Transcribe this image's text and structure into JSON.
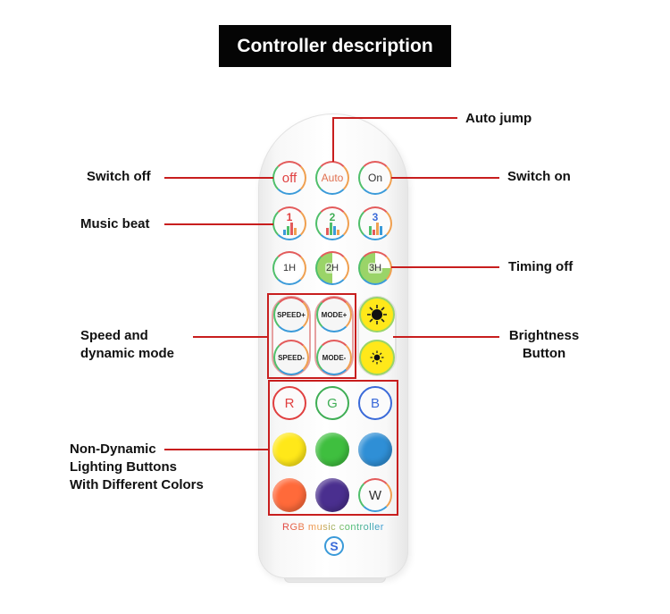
{
  "title": "Controller description",
  "callouts": {
    "auto_jump": "Auto jump",
    "switch_off": "Switch off",
    "switch_on": "Switch on",
    "music_beat": "Music beat",
    "timing_off": "Timing off",
    "speed_mode_line1": "Speed and",
    "speed_mode_line2": "dynamic mode",
    "brightness_line1": "Brightness",
    "brightness_line2": "Button",
    "non_dynamic_line1": "Non-Dynamic",
    "non_dynamic_line2": "Lighting Buttons",
    "non_dynamic_line3": "With Different Colors"
  },
  "remote": {
    "row1": [
      "off",
      "Auto",
      "On"
    ],
    "music": [
      "1",
      "2",
      "3"
    ],
    "timers": [
      "1H",
      "2H",
      "3H"
    ],
    "speed_up": "SPEED+",
    "speed_down": "SPEED-",
    "mode_up": "MODE+",
    "mode_down": "MODE-",
    "letters": [
      "R",
      "G",
      "B"
    ],
    "white": "W",
    "brand": "RGB music controller",
    "logo": "S"
  },
  "colors": {
    "accent": "#c81e1e",
    "title_bg": "#050505",
    "row2": [
      "#ffe819",
      "#3fbf3f",
      "#2f8fd6"
    ],
    "row3": [
      "#ff6a3a",
      "#4a2f8f"
    ],
    "letter_colors": [
      "#e04040",
      "#3fae55",
      "#3a6ad9"
    ]
  }
}
